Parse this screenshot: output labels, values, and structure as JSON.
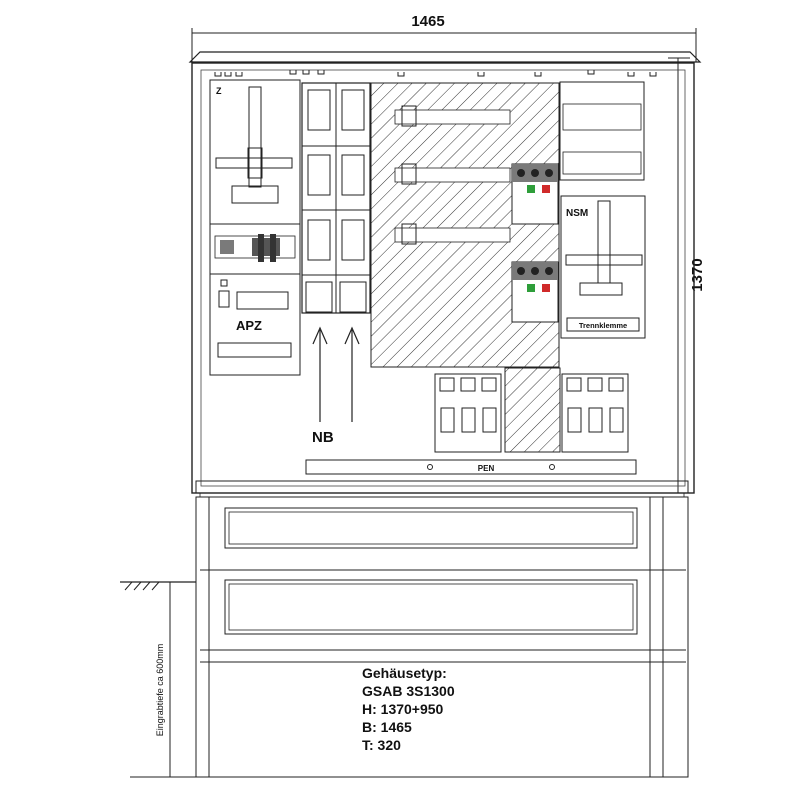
{
  "dimensions": {
    "width": "1465",
    "height": "1370",
    "burial_depth": "Eingrabtiefe ca 600mm"
  },
  "sections": {
    "z": "Z",
    "apz": "APZ",
    "nsm": "NSM",
    "nb": "NB",
    "pen": "PEN",
    "trennklemme": "Trennklemme"
  },
  "housing": {
    "heading": "Gehäusetyp:",
    "model": "GSAB 3S1300",
    "height": "H: 1370+950",
    "width": "B: 1465",
    "depth": "T: 320"
  },
  "colors": {
    "line": "#222222",
    "component_gray": "#7a7a7a",
    "indicator_green": "#2e9e3a",
    "indicator_red": "#d02a2a"
  }
}
